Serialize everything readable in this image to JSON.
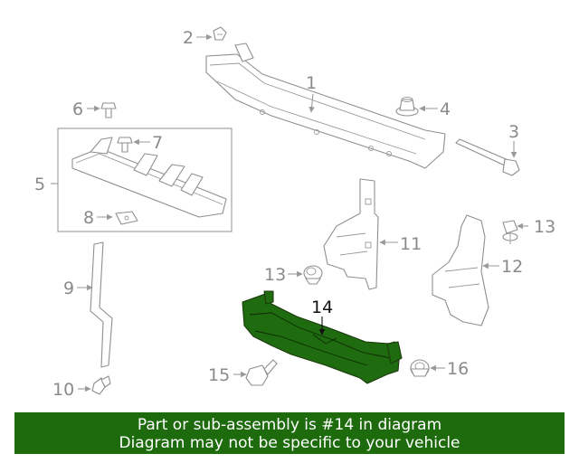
{
  "highlight_color": "#1e6b0e",
  "highlighted_part": "14",
  "callouts": {
    "c1": "1",
    "c2": "2",
    "c3": "3",
    "c4": "4",
    "c5": "5",
    "c6": "6",
    "c7": "7",
    "c8": "8",
    "c9": "9",
    "c10": "10",
    "c11": "11",
    "c12": "12",
    "c13a": "13",
    "c13b": "13",
    "c14": "14",
    "c15": "15",
    "c16": "16"
  },
  "banner": {
    "line1": "Part or sub-assembly is #14 in diagram",
    "line2": "Diagram may not be specific to your vehicle"
  }
}
